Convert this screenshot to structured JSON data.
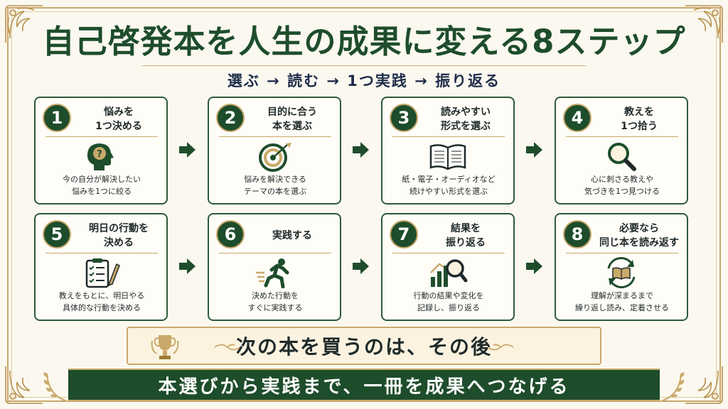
{
  "title": "自己啓発本を人生の成果に変える8ステップ",
  "subtitle": "選ぶ → 読む → 1つ実践 → 振り返る",
  "steps": [
    {
      "num": "1",
      "title": "悩みを\n1つ決める",
      "desc": "今の自分が解決したい\n悩みを1つに絞る",
      "icon": "head-question-icon"
    },
    {
      "num": "2",
      "title": "目的に合う\n本を選ぶ",
      "desc": "悩みを解決できる\nテーマの本を選ぶ",
      "icon": "target-icon"
    },
    {
      "num": "3",
      "title": "読みやすい\n形式を選ぶ",
      "desc": "紙・電子・オーディオなど\n続けやすい形式を選ぶ",
      "icon": "open-book-icon"
    },
    {
      "num": "4",
      "title": "教えを\n1つ拾う",
      "desc": "心に刺さる教えや\n気づきを1つ見つける",
      "icon": "magnifier-icon"
    },
    {
      "num": "5",
      "title": "明日の行動を\n決める",
      "desc": "教えをもとに、明日やる\n具体的な行動を決める",
      "icon": "checklist-icon"
    },
    {
      "num": "6",
      "title": "実践する",
      "desc": "決めた行動を\nすぐに実践する",
      "icon": "running-person-icon"
    },
    {
      "num": "7",
      "title": "結果を\n振り返る",
      "desc": "行動の結果や変化を\n記録し、振り返る",
      "icon": "chart-magnifier-icon"
    },
    {
      "num": "8",
      "title": "必要なら\n同じ本を読み返す",
      "desc": "理解が深まるまで\n繰り返し読み、定着させる",
      "icon": "book-cycle-icon"
    }
  ],
  "banner": "次の本を買うのは、その後",
  "footer": "本選びから実践まで、一冊を成果へつなげる",
  "colors": {
    "primary": "#1e4d2b",
    "gold": "#c9a96a",
    "background": "#fbf8f0"
  }
}
